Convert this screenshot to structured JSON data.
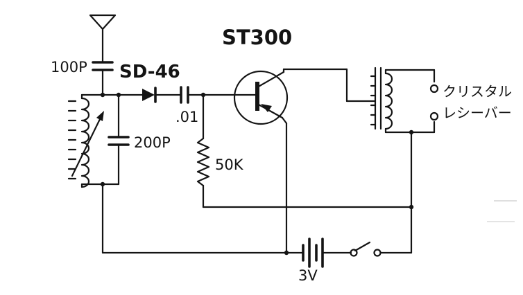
{
  "labels": {
    "transistor": "ST300",
    "diode": "SD-46",
    "antenna_cap": "100P",
    "tuning_cap": "200P",
    "coupling_cap": ".01",
    "resistor": "50K",
    "battery": "3V",
    "earphone_line1": "クリスタル",
    "earphone_line2": "レシーバー"
  }
}
